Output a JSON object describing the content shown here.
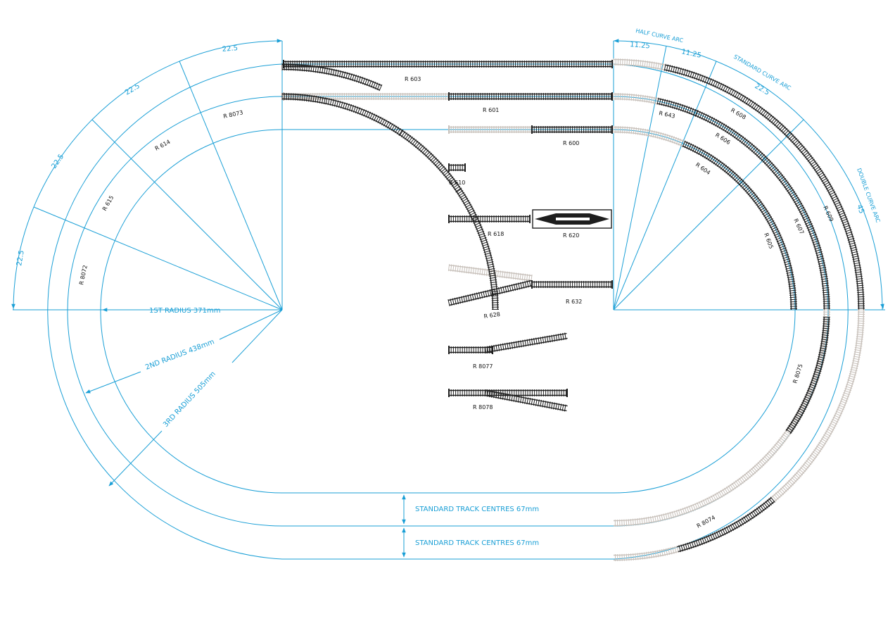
{
  "colors": {
    "guide": "#1a9fd6",
    "track_dark": "#1e1e1e",
    "track_grey": "#c8c1bb",
    "background": "#ffffff"
  },
  "arc_labels": {
    "half_curve_arc": "HALF CURVE ARC",
    "standard_curve_arc": "STANDARD CURVE ARC",
    "double_curve_arc": "DOUBLE CURVE ARC"
  },
  "angles": {
    "left_a": "22.5",
    "left_b": "22.5",
    "left_c": "22.5",
    "left_d": "22.5",
    "right_half_a": "11.25",
    "right_half_b": "11.25",
    "right_std": "22.5",
    "right_double": "45"
  },
  "radii": {
    "first": "1ST RADIUS 371mm",
    "second": "2ND RADIUS 438mm",
    "third": "3RD RADIUS 505mm"
  },
  "track_centres": {
    "upper": "STANDARD TRACK CENTRES 67mm",
    "lower": "STANDARD TRACK CENTRES 67mm"
  },
  "codes": {
    "r603": "R 603",
    "r601": "R 601",
    "r600": "R 600",
    "r610": "R 610",
    "r618": "R 618",
    "r620": "R 620",
    "r628": "R 628",
    "r632": "R 632",
    "r8077": "R 8077",
    "r8078": "R 8078",
    "r8073": "R 8073",
    "r614": "R 614",
    "r615": "R 615",
    "r8072": "R 8072",
    "r643": "R 643",
    "r608": "R 608",
    "r606": "R 606",
    "r604": "R 604",
    "r605": "R 605",
    "r607": "R 607",
    "r609": "R 609",
    "r8075": "R 8075",
    "r8074": "R 8074"
  }
}
